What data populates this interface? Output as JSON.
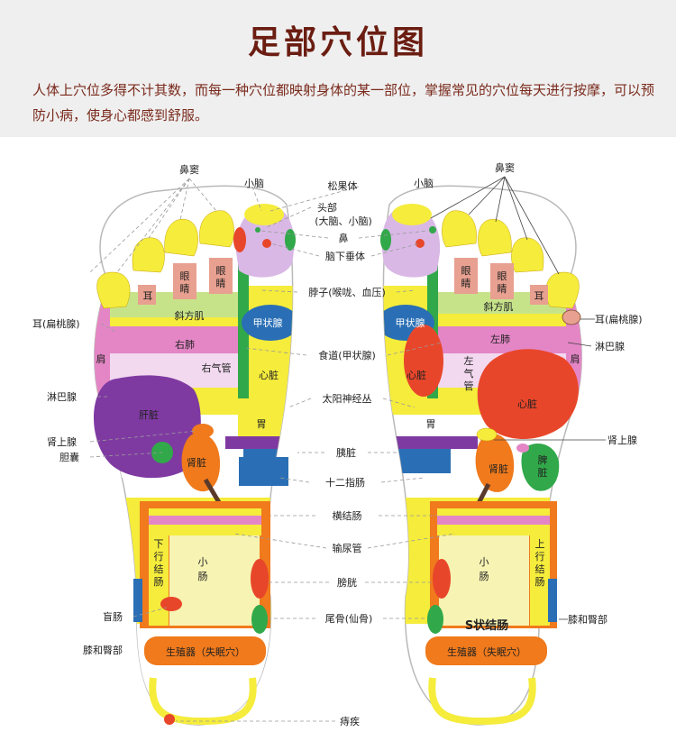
{
  "header": {
    "title": "足部穴位图",
    "intro": "人体上穴位多得不计其数，而每一种穴位都映射身体的某一部位，掌握常见的穴位每天进行按摩，可以预防小病，使身心都感到舒服。"
  },
  "colors": {
    "title": "#6b1d12",
    "intro": "#7a2a1c",
    "header_bg": "#efefef",
    "yellow": "#f5ec3c",
    "purple": "#7f3aa2",
    "orange": "#f07a1c",
    "red": "#e8462a",
    "green": "#31a84a",
    "blue": "#2a6fb5",
    "pink": "#e486c6",
    "lavender": "#d9b8e6",
    "cream": "#f7f3b3"
  },
  "left_foot": {
    "inner": {
      "eyes1": "眼睛",
      "eyes2": "眼睛",
      "ear": "耳",
      "trapezius": "斜方肌",
      "right_lung": "右肺",
      "right_bronchus": "右气管",
      "liver": "肝脏",
      "kidney": "肾脏",
      "thyroid": "甲状腺",
      "heart": "心脏",
      "stomach": "胃",
      "descending_colon": "下行结肠",
      "small_intestine": "小肠",
      "genitals": "生殖器（失眠穴）"
    },
    "outer": {
      "sinus": "鼻窦",
      "cerebellum": "小脑",
      "ear_tonsil": "耳(扁桃腺)",
      "shoulder": "肩",
      "lymph": "淋巴腺",
      "adrenal": "肾上腺",
      "gallbladder": "胆囊",
      "appendix": "盲肠",
      "knee_hip": "膝和臀部"
    }
  },
  "right_foot": {
    "inner": {
      "eyes1": "眼睛",
      "eyes2": "眼睛",
      "ear": "耳",
      "trapezius": "斜方肌",
      "thyroid": "甲状腺",
      "left_lung": "左肺",
      "heart_small": "心脏",
      "left_bronchus": "左气管",
      "heart": "心脏",
      "stomach": "胃",
      "kidney": "肾脏",
      "spleen": "脾脏",
      "small_intestine": "小肠",
      "ascending_colon": "上行结肠",
      "sigmoid": "S状结肠",
      "genitals": "生殖器（失眠穴）"
    },
    "outer": {
      "sinus": "鼻窦",
      "cerebellum": "小脑",
      "ear_tonsil": "耳(扁桃腺)",
      "lymph": "淋巴腺",
      "shoulder": "肩",
      "adrenal": "肾上腺",
      "knee_hip": "膝和臀部"
    }
  },
  "center_labels": {
    "pineal": "松果体",
    "head": "头部",
    "brain": "(大脑、小脑)",
    "nose": "鼻",
    "pituitary": "脑下垂体",
    "neck": "脖子(喉咙、血压)",
    "esophagus": "食道(甲状腺)",
    "solar_plexus": "太阳神经丛",
    "pancreas": "胰脏",
    "duodenum": "十二指肠",
    "transverse_colon": "横结肠",
    "ureter": "输尿管",
    "bladder": "膀胱",
    "coccyx": "尾骨(仙骨)",
    "hemorrhoids": "痔疾"
  }
}
